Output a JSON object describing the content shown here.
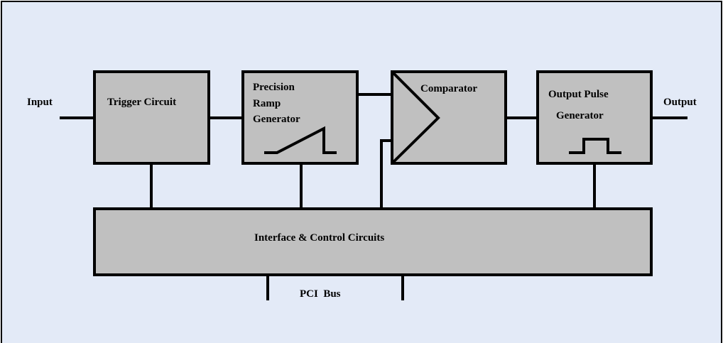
{
  "colors": {
    "background": "#e3eaf7",
    "block_fill": "#c0c0c0",
    "stroke": "#000000"
  },
  "labels": {
    "input": "Input",
    "output": "Output",
    "bus": "PCI  Bus"
  },
  "blocks": {
    "trigger": {
      "lines": [
        "Trigger Circuit"
      ]
    },
    "ramp": {
      "lines": [
        "Precision",
        "Ramp",
        "Generator"
      ],
      "icon": "ramp-waveform-icon"
    },
    "comparator": {
      "lines": [
        "Comparator"
      ],
      "icon": "comparator-triangle-icon"
    },
    "pulse": {
      "lines": [
        "Output Pulse",
        "Generator"
      ],
      "icon": "pulse-waveform-icon"
    },
    "interface": {
      "lines": [
        "Interface & Control Circuits"
      ]
    }
  }
}
